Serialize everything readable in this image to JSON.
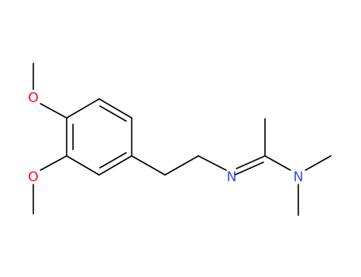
{
  "molecule": {
    "atoms": {
      "o_top": "O",
      "o_bottom": "O",
      "n_imine": "N",
      "n_amine": "N"
    },
    "colors": {
      "bond": "#000000",
      "oxygen": "#ff0d0d",
      "nitrogen": "#3050f8"
    }
  }
}
